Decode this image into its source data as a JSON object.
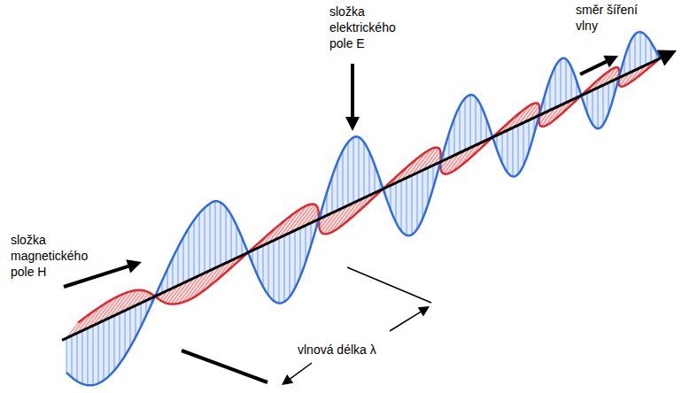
{
  "diagram": {
    "labels": [
      "složka elektrického pole E",
      "směr šíření vlny",
      "složka magnetického pole H",
      "vlnová délka λ"
    ]
  }
}
